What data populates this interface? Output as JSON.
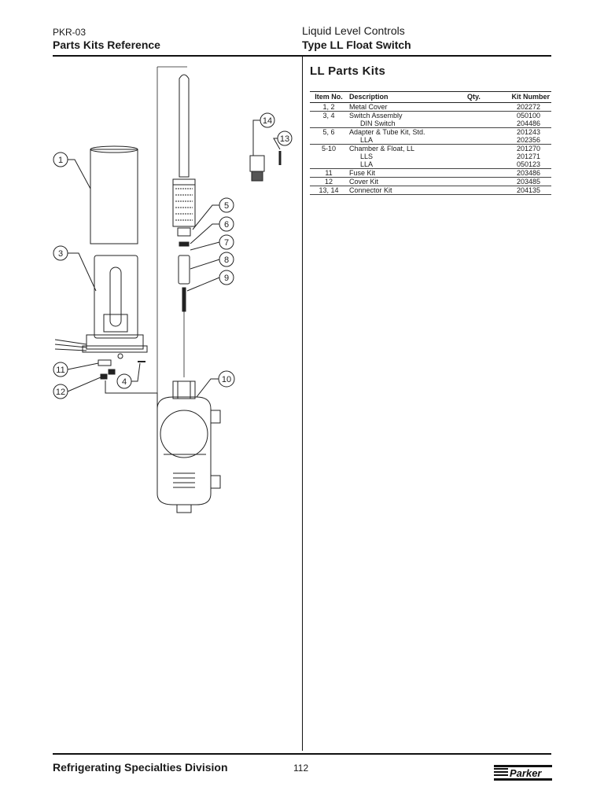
{
  "header": {
    "doc_code": "PKR-03",
    "left_title": "Parts Kits Reference",
    "category": "Liquid Level Controls",
    "product_title": "Type LL Float Switch"
  },
  "section_title": "LL Parts Kits",
  "table": {
    "columns": [
      "Item No.",
      "Description",
      "Qty.",
      "Kit Number"
    ],
    "rows": [
      {
        "item": "1, 2",
        "desc": [
          "Metal Cover"
        ],
        "qty": "",
        "kits": [
          "202272"
        ]
      },
      {
        "item": "3, 4",
        "desc": [
          "Switch Assembly",
          "DIN Switch"
        ],
        "qty": "",
        "kits": [
          "050100",
          "204486"
        ]
      },
      {
        "item": "5, 6",
        "desc": [
          "Adapter & Tube Kit, Std.",
          "LLA"
        ],
        "qty": "",
        "kits": [
          "201243",
          "202356"
        ]
      },
      {
        "item": "5-10",
        "desc": [
          "Chamber & Float, LL",
          "LLS",
          "LLA"
        ],
        "qty": "",
        "kits": [
          "201270",
          "201271",
          "050123"
        ]
      },
      {
        "item": "11",
        "desc": [
          "Fuse Kit"
        ],
        "qty": "",
        "kits": [
          "203486"
        ]
      },
      {
        "item": "12",
        "desc": [
          "Cover Kit"
        ],
        "qty": "",
        "kits": [
          "203485"
        ]
      },
      {
        "item": "13, 14",
        "desc": [
          "Connector Kit"
        ],
        "qty": "",
        "kits": [
          "204135"
        ]
      }
    ]
  },
  "diagram": {
    "callouts": [
      "1",
      "3",
      "4",
      "5",
      "6",
      "7",
      "8",
      "9",
      "10",
      "11",
      "12",
      "13",
      "14"
    ]
  },
  "footer": {
    "division": "Refrigerating Specialties Division",
    "page_number": "112",
    "brand": "Parker"
  }
}
